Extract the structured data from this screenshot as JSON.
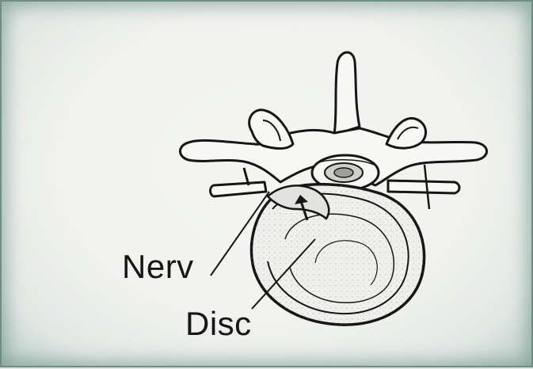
{
  "labels": {
    "nerv": "Nerv",
    "disc": "Disc"
  },
  "icons": {
    "vertebra": "vertebra-illustration",
    "herniation_arrow": "arrow-icon"
  },
  "colors": {
    "frame_border": "#6f8d84",
    "background": "#f1f2f0",
    "ink": "#161616",
    "disc_shading": "#d8d8d6"
  }
}
